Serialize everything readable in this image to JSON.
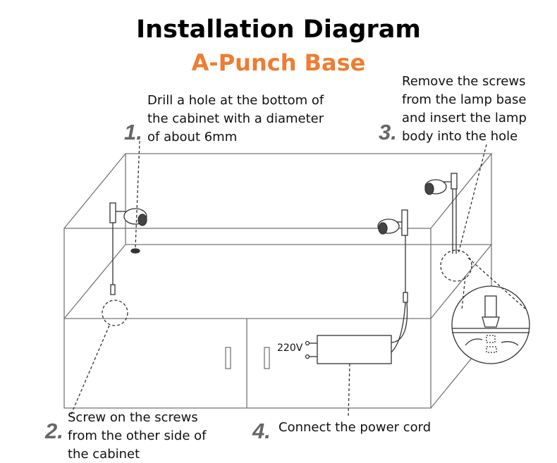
{
  "title": "Installation Diagram",
  "subtitle": "A-Punch Base",
  "accent_color": "#ED7D31",
  "steps": [
    {
      "number": "1.",
      "lines": [
        "Drill a hole at the bottom of",
        "the cabinet with a diameter",
        "of about 6mm"
      ]
    },
    {
      "number": "2.",
      "lines": [
        "Screw on the screws",
        "from the other side of",
        "the cabinet"
      ]
    },
    {
      "number": "3.",
      "lines": [
        "Remove the screws",
        "from the lamp base",
        "and insert the lamp",
        "body into the hole"
      ]
    },
    {
      "number": "4.",
      "lines": [
        "Connect the power cord"
      ]
    }
  ],
  "voltage_label": "220V"
}
